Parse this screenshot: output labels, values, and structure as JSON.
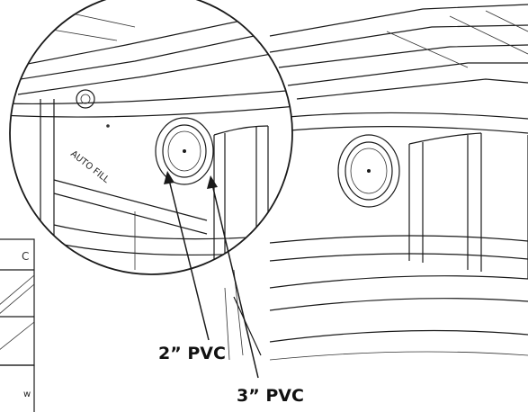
{
  "callouts": {
    "label_2in": "2” PVC",
    "label_3in": "3” PVC"
  },
  "embossed_text": "AUTO FILL",
  "table_fragments": {
    "top_letter": "C",
    "bottom_letter": "w"
  },
  "colors": {
    "line": "#1a1a1a",
    "background": "#ffffff"
  }
}
